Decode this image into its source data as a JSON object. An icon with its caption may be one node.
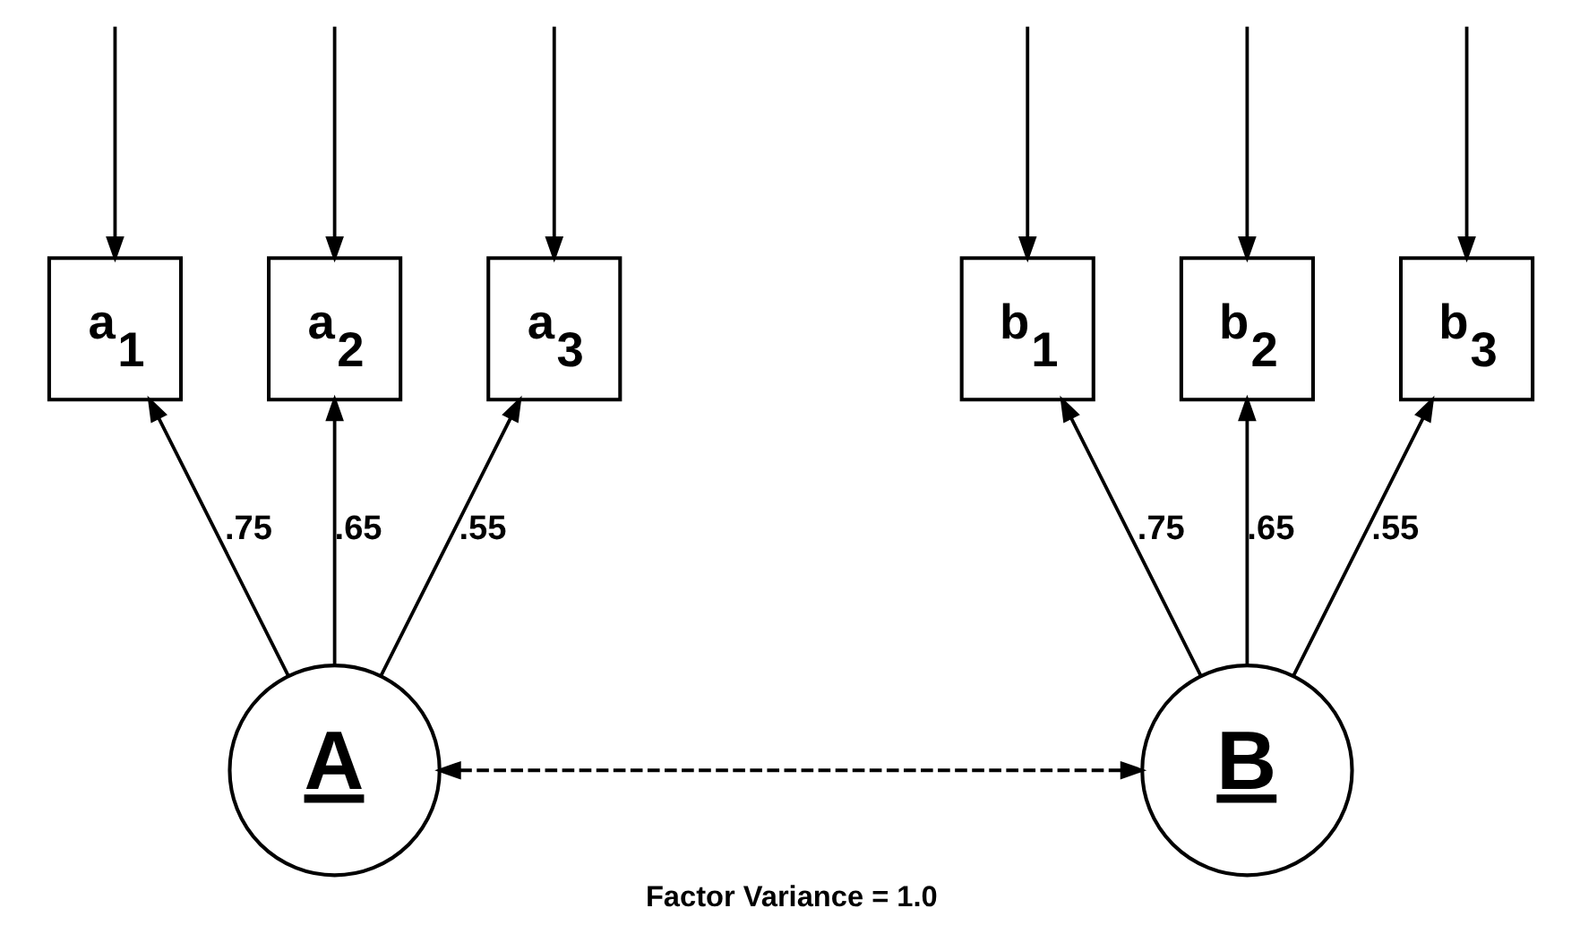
{
  "diagram": {
    "caption": "Factor Variance = 1.0",
    "nodes": [
      {
        "text": [
          "a$_{1}$"
        ]
      },
      {
        "text": [
          "a$_{2}$"
        ]
      },
      {
        "text": [
          "a$_{3}$"
        ]
      },
      {
        "text": [
          "b$_{1}$"
        ]
      },
      {
        "text": [
          "b$_{2}$"
        ]
      },
      {
        "text": [
          "b$_{3}$"
        ]
      },
      {
        "text": [
          "A"
        ]
      },
      {
        "text": [
          "B"
        ]
      }
    ],
    "edges": [
      {
        "from": null,
        "to": 0,
        "arrow": "to"
      },
      {
        "from": null,
        "to": 1,
        "arrow": "to"
      },
      {
        "from": null,
        "to": 2,
        "arrow": "to"
      },
      {
        "from": null,
        "to": 3,
        "arrow": "to"
      },
      {
        "from": null,
        "to": 4,
        "arrow": "to"
      },
      {
        "from": null,
        "to": 5,
        "arrow": "to"
      },
      {
        "from": 6,
        "to": 0,
        "arrow": "to",
        "label": ".75"
      },
      {
        "from": 6,
        "to": 1,
        "arrow": "to",
        "label": ".65"
      },
      {
        "from": 6,
        "to": 2,
        "arrow": "to",
        "label": ".55"
      },
      {
        "from": 7,
        "to": 3,
        "arrow": "to",
        "label": ".75"
      },
      {
        "from": 7,
        "to": 4,
        "arrow": "to",
        "label": ".65"
      },
      {
        "from": 7,
        "to": 5,
        "arrow": "to",
        "label": ".55"
      },
      {
        "from": 6,
        "to": 7,
        "arrow": "both",
        "style": "dashed"
      }
    ]
  }
}
